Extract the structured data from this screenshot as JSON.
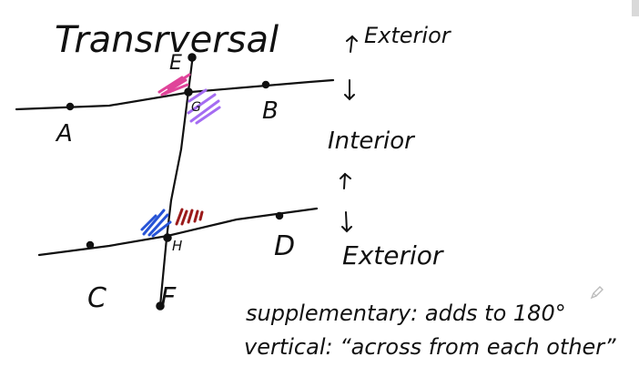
{
  "title": "Transrversal",
  "points": {
    "E": "E",
    "A": "A",
    "B": "B",
    "C": "C",
    "D": "D",
    "F": "F",
    "G": "G",
    "H": "H"
  },
  "regions": {
    "top": "Exterior",
    "middle": "Interior",
    "bottom": "Exterior"
  },
  "notes": {
    "supplementary": "supplementary: adds to 180°",
    "vertical": "vertical: “across from each other”"
  },
  "colors": {
    "ink": "#111111",
    "pink": "#e0449a",
    "purple": "#a56cf2",
    "blue": "#2653d6",
    "dark_red": "#9b1b1b",
    "pencil": "#bbbbbb",
    "corner_tab": "#d9d9d9"
  },
  "icons": {
    "pencil": "pencil-icon",
    "arrow_up": "arrow-up-icon",
    "arrow_down": "arrow-down-icon"
  }
}
